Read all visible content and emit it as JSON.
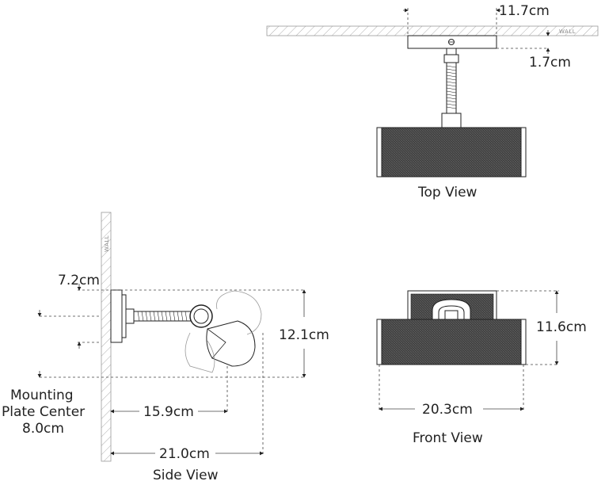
{
  "top_view": {
    "wall_label": "WALL",
    "plate_width": "11.7cm",
    "plate_depth": "1.7cm",
    "caption": "Top View"
  },
  "side_view": {
    "wall_label": "WALL",
    "plate_height": "7.2cm",
    "mounting_label_line1": "Mounting",
    "mounting_label_line2": "Plate Center",
    "mounting_value": "8.0cm",
    "height": "12.1cm",
    "extension_short": "15.9cm",
    "extension_long": "21.0cm",
    "caption": "Side View"
  },
  "front_view": {
    "height": "11.6cm",
    "width": "20.3cm",
    "caption": "Front View"
  },
  "colors": {
    "line": "#222222",
    "shade": "#3a3a3a",
    "ghost": "#999999"
  }
}
